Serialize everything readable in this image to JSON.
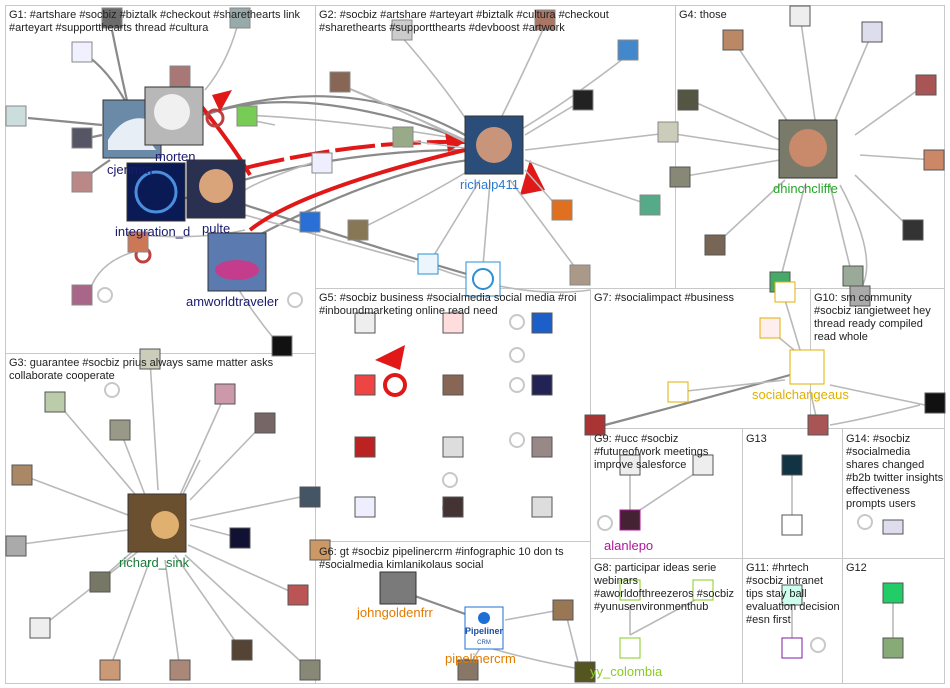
{
  "groups": [
    {
      "id": "G1",
      "label": "G1: #artshare #socbiz #biztalk #checkout #sharethearts link #arteyart #supportthearts thread #cultura"
    },
    {
      "id": "G2",
      "label": "G2: #socbiz #artshare #arteyart #biztalk #cultura #checkout #sharethearts #supportthearts #devboost #artwork"
    },
    {
      "id": "G4",
      "label": "G4: those"
    },
    {
      "id": "G3",
      "label": "G3: guarantee #socbiz prius always same matter asks collaborate cooperate"
    },
    {
      "id": "G5",
      "label": "G5: #socbiz business #socialmedia social media #roi #inboundmarketing online read need"
    },
    {
      "id": "G7",
      "label": "G7: #socialimpact #business"
    },
    {
      "id": "G10",
      "label": "G10: sm community #socbiz iangietweet hey thread ready compiled read whole"
    },
    {
      "id": "G9",
      "label": "G9: #ucc #socbiz #futureofwork meetings improve salesforce"
    },
    {
      "id": "G13",
      "label": "G13"
    },
    {
      "id": "G14",
      "label": "G14: #socbiz #socialmedia shares changed #b2b twitter insights effectiveness prompts users"
    },
    {
      "id": "G6",
      "label": "G6: gt #socbiz pipelinercrm #infographic 10 don ts #socialmedia kimlanikolaus social"
    },
    {
      "id": "G8",
      "label": "G8: participar ideas serie webinars #aworldofthreezeros #socbiz #yunusenvironmenthub"
    },
    {
      "id": "G11",
      "label": "G11: #hrtech #socbiz intranet tips stay ball evaluation decision #esn first"
    },
    {
      "id": "G12",
      "label": "G12"
    }
  ],
  "labels": {
    "cjenmm": "cjenmm",
    "morten": "morten",
    "integration_d": "integration_d",
    "pulte": "pulte",
    "amworldtraveler": "amworldtraveler",
    "richalp411": "richalp411",
    "dhinchcliffe": "dhinchcliffe",
    "richard_sink": "richard_sink",
    "johngoldenfrr": "johngoldenfrr",
    "pipelinercrm": "pipelinercrm",
    "yy_colombia": "yy_colombia",
    "socialchangeaus": "socialchangeaus",
    "alanlepo": "alanlepo"
  },
  "colors": {
    "G1": "#1a1a6e",
    "G2": "#3a7bd5",
    "G3": "#1a7a3a",
    "G4": "#27a627",
    "G6": "#e07b00",
    "G7": "#e0b000",
    "G8": "#88cc22",
    "G9": "#b0169a",
    "red": "#e01818"
  },
  "pipeliner_logo": {
    "name": "Pipeliner",
    "sub": "CRM"
  }
}
